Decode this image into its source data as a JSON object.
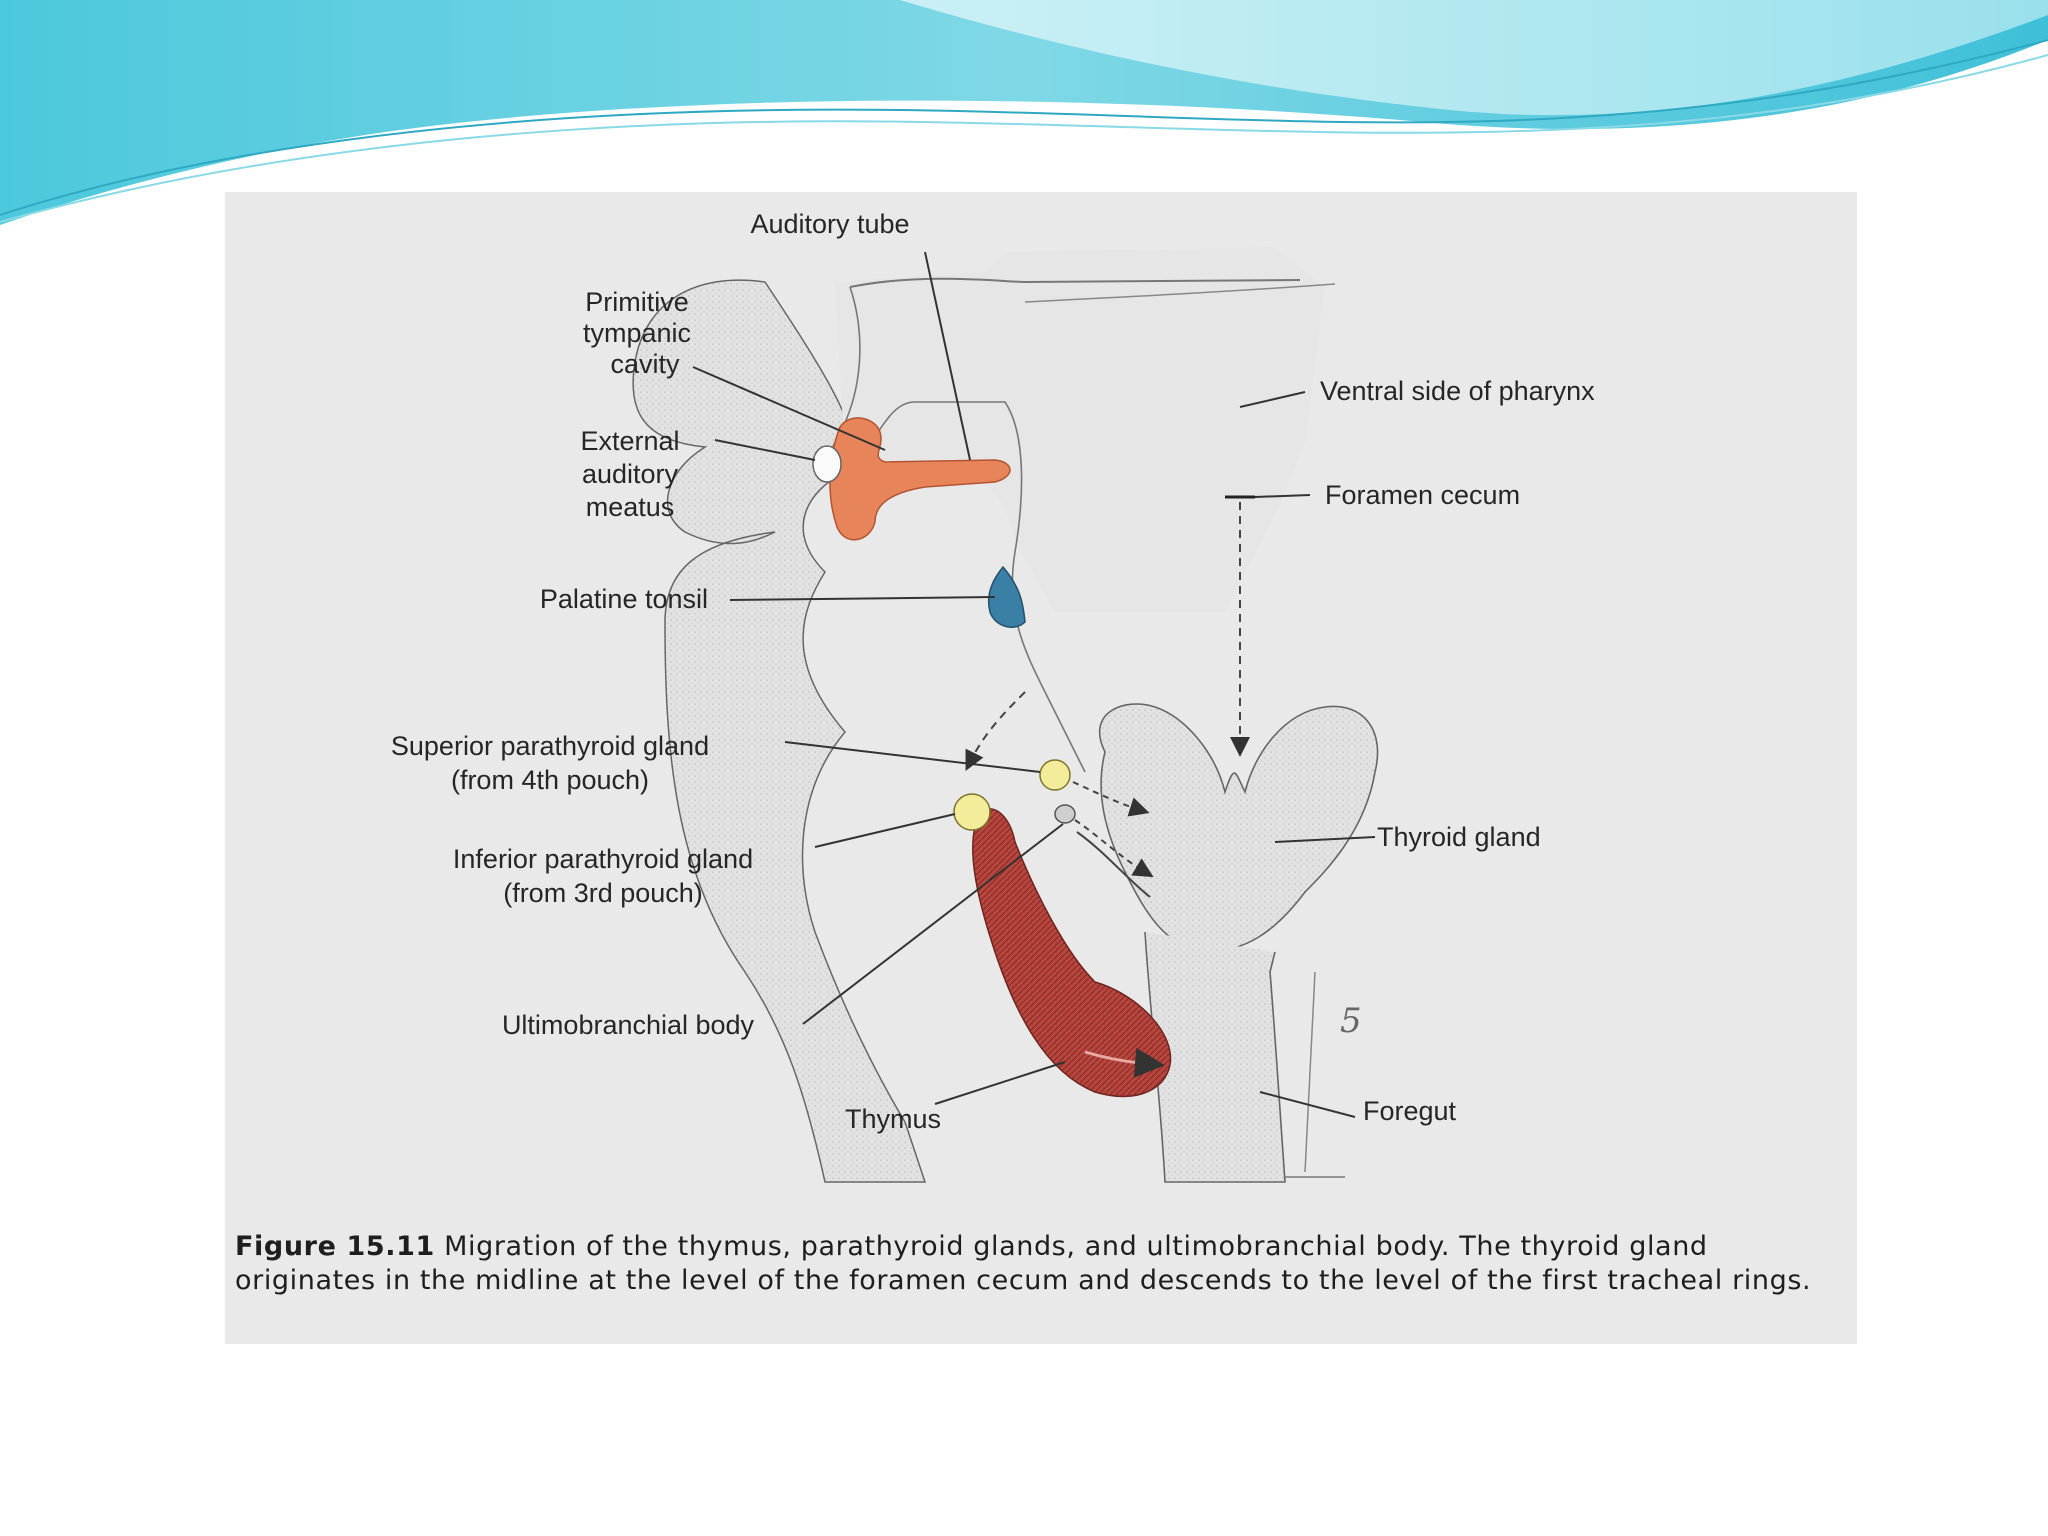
{
  "colors": {
    "header_accent": "#5fcde0",
    "header_light": "#b7ecf3",
    "panel_bg": "#e9e9e9",
    "tympanic_cavity": "#e8845a",
    "palatine_tonsil": "#3a7fa6",
    "parathyroid": "#f3ec9a",
    "thymus": "#b8463e"
  },
  "labels": {
    "auditory_tube": "Auditory tube",
    "primitive_tympanic_cavity": [
      "Primitive",
      "tympanic",
      "cavity"
    ],
    "external_auditory_meatus": [
      "External",
      "auditory",
      "meatus"
    ],
    "palatine_tonsil": "Palatine tonsil",
    "superior_parathyroid": [
      "Superior parathyroid gland",
      "(from 4th pouch)"
    ],
    "inferior_parathyroid": [
      "Inferior parathyroid gland",
      "(from 3rd pouch)"
    ],
    "ultimobranchial_body": "Ultimobranchial body",
    "thymus": "Thymus",
    "ventral_side_of_pharynx": "Ventral side of pharynx",
    "foramen_cecum": "Foramen cecum",
    "thyroid_gland": "Thyroid gland",
    "foregut": "Foregut",
    "handwritten_mark": "5"
  },
  "caption": {
    "label": "Figure 15.11",
    "text": "Migration of the thymus, parathyroid glands, and ultimobranchial body. The thyroid gland originates in the midline at the level of the foramen cecum and descends to the level of the first tracheal rings."
  }
}
